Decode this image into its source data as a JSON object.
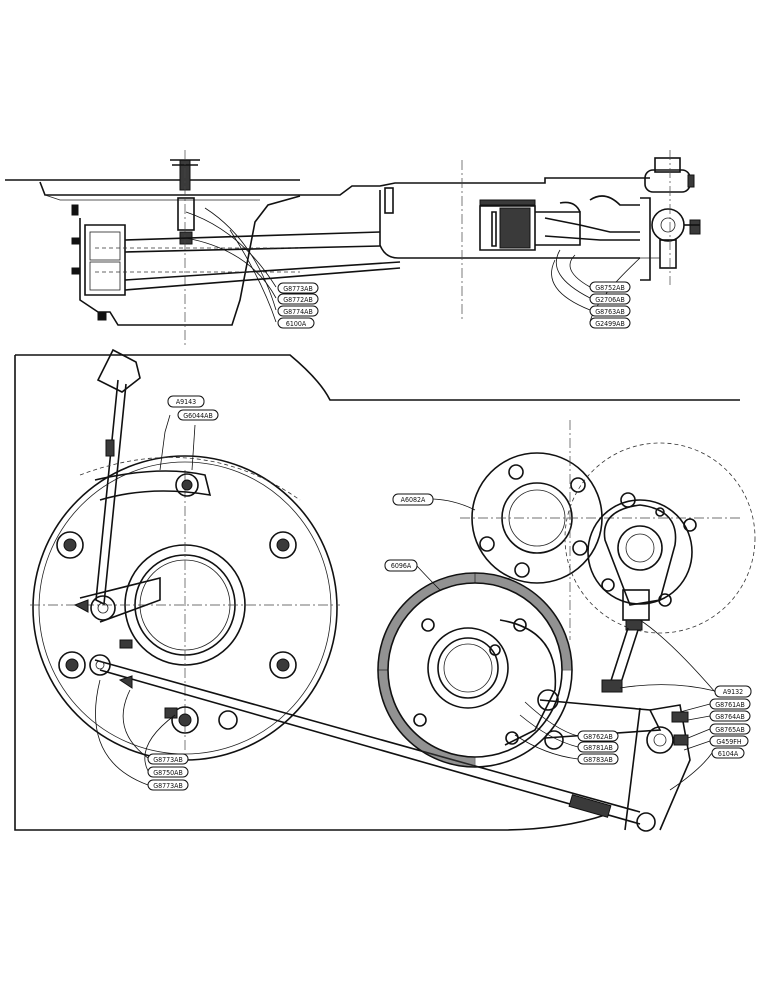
{
  "labels": {
    "top_view": [
      "G8773AB",
      "G8772AB",
      "G8774AB",
      "6100A"
    ],
    "top_view_right": [
      "G8752AB",
      "G2706AB",
      "G8763AB",
      "G2499AB"
    ],
    "left_unit": [
      "A9143",
      "G6044AB"
    ],
    "left_unit_bottom": [
      "G8773AB",
      "G8750AB",
      "G8773AB"
    ],
    "backing_plate": "A6082A",
    "brake_drum": "6096A",
    "drum_parts": [
      "G8762AB",
      "G8781AB",
      "G8783AB"
    ],
    "right_parts": [
      "A9132",
      "G8761AB",
      "G8764AB",
      "G8765AB",
      "G459FH",
      "6104A"
    ]
  },
  "colors": {
    "line": "#111111",
    "paper": "#ffffff"
  }
}
